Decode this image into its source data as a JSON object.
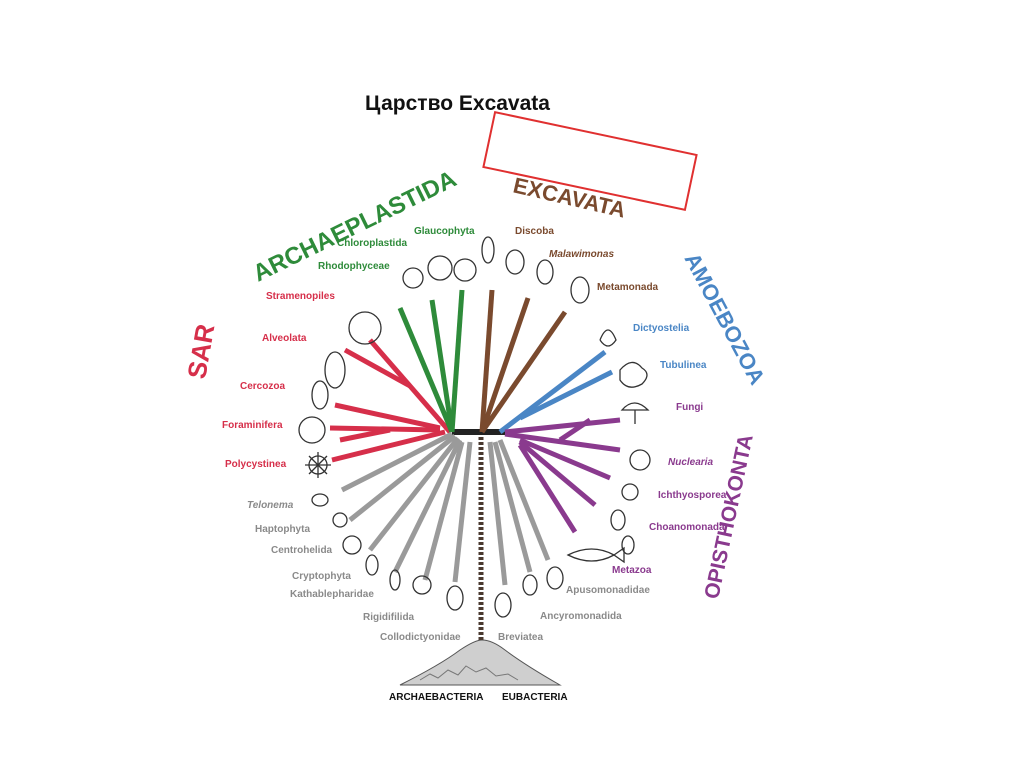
{
  "title": "Царство Excavata",
  "colors": {
    "sar": "#d62f4a",
    "archaeplastida": "#2e8b3a",
    "excavata": "#7a4a2e",
    "amoebozoa": "#4a86c5",
    "opisthokonta": "#8a3a8e",
    "other": "#9a9a9a",
    "highlight": "#e03030"
  },
  "groups": {
    "sar": "SAR",
    "archaeplastida": "ARCHAEPLASTIDA",
    "excavata": "EXCAVATA",
    "amoebozoa": "AMOEBOZOA",
    "opisthokonta": "OPISTHOKONTA"
  },
  "taxa": {
    "glaucophyta": "Glaucophyta",
    "chloroplastida": "Chloroplastida",
    "rhodophyceae": "Rhodophyceae",
    "stramenopiles": "Stramenopiles",
    "alveolata": "Alveolata",
    "cercozoa": "Cercozoa",
    "foraminifera": "Foraminifera",
    "polycystinea": "Polycystinea",
    "discoba": "Discoba",
    "malawimonas": "Malawimonas",
    "metamonada": "Metamonada",
    "dictyostelia": "Dictyostelia",
    "tubulinea": "Tubulinea",
    "fungi": "Fungi",
    "nuclearia": "Nuclearia",
    "ichthyosporea": "Ichthyosporea",
    "choanomonada": "Choanomonada",
    "metazoa": "Metazoa",
    "telonema": "Telonema",
    "haptophyta": "Haptophyta",
    "centrohelida": "Centrohelida",
    "cryptophyta": "Cryptophyta",
    "kathablepharidae": "Kathablepharidae",
    "rigidifilida": "Rigidifilida",
    "collodictyonidae": "Collodictyonidae",
    "breviatea": "Breviatea",
    "ancyromonadida": "Ancyromonadida",
    "apusomonadidae": "Apusomonadidae"
  },
  "roots": {
    "archaebacteria": "ARCHAEBACTERIA",
    "eubacteria": "EUBACTERIA"
  }
}
